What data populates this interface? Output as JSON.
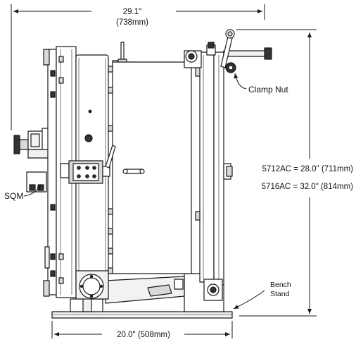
{
  "dimensions": {
    "width_top_in": "29.1\"",
    "width_top_mm": "(738mm)",
    "height_5712": "5712AC = 28.0\" (711mm)",
    "height_5716": "5716AC = 32.0\" (814mm)",
    "base_width": "20.0\" (508mm)"
  },
  "callouts": {
    "clamp_nut": "Clamp Nut",
    "sqm": "SQM",
    "bench_line1": "Bench",
    "bench_line2": "Stand"
  },
  "colors": {
    "line": "#1a1a1a",
    "fill_light": "#f2f2f2",
    "fill_mid": "#d9d9d9",
    "fill_dark": "#333333"
  }
}
